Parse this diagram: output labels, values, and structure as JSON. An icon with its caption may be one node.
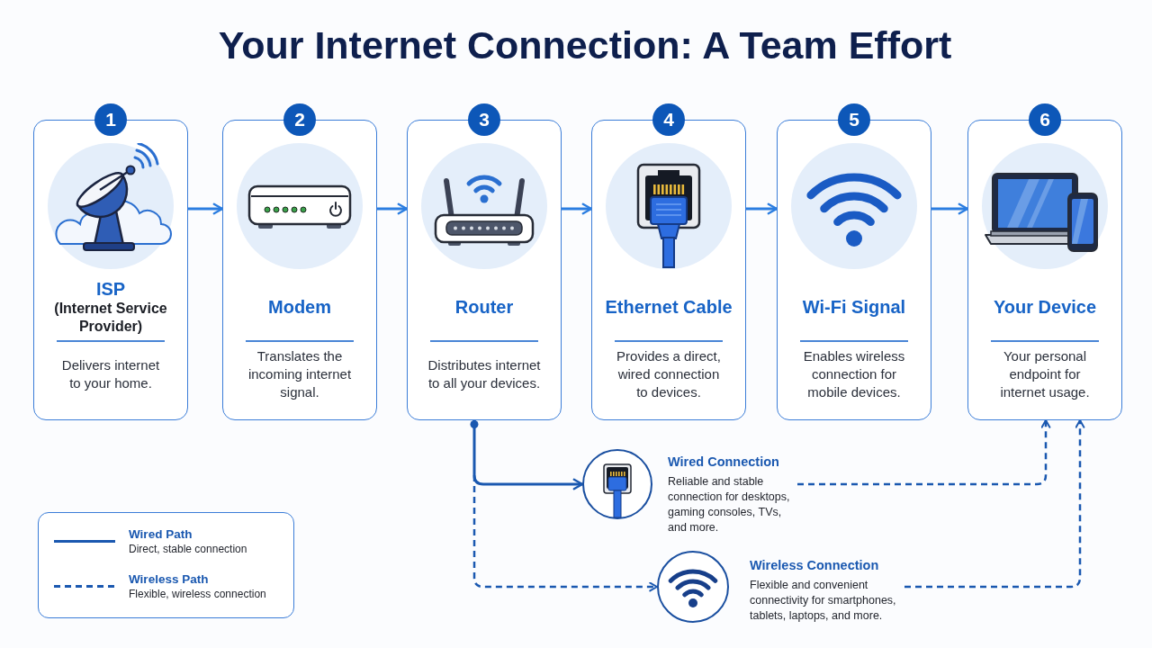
{
  "diagram": {
    "title": "Your Internet Connection: A Team Effort",
    "nodes": [
      {
        "text": [
          "1",
          "ISP",
          "(Internet Service Provider)",
          "Delivers internet to your home."
        ]
      },
      {
        "text": [
          "2",
          "Modem",
          "Translates the incoming internet signal."
        ]
      },
      {
        "text": [
          "3",
          "Router",
          "Distributes internet to all your devices."
        ]
      },
      {
        "text": [
          "4",
          "Ethernet Cable",
          "Provides a direct, wired connection to devices."
        ]
      },
      {
        "text": [
          "5",
          "Wi-Fi Signal",
          "Enables wireless connection for mobile devices."
        ]
      },
      {
        "text": [
          "6",
          "Your Device",
          "Your personal endpoint for internet usage."
        ]
      },
      {
        "text": [
          "Wired Connection",
          "Reliable and stable connection for desktops, gaming consoles, TVs, and more."
        ]
      },
      {
        "text": [
          "Wireless Connection",
          "Flexible and convenient connectivity for smartphones, tablets, laptops, and more."
        ]
      }
    ],
    "edges": [
      {
        "from": 0,
        "to": 1,
        "arrow": "to"
      },
      {
        "from": 1,
        "to": 2,
        "arrow": "to"
      },
      {
        "from": 2,
        "to": 3,
        "arrow": "to"
      },
      {
        "from": 3,
        "to": 4,
        "arrow": "to"
      },
      {
        "from": 4,
        "to": 5,
        "arrow": "to"
      },
      {
        "from": 2,
        "to": 6,
        "arrow": "to",
        "color": "#1a58b0"
      },
      {
        "from": 2,
        "to": 7,
        "arrow": "to",
        "style": "dashed",
        "color": "#1a58b0"
      },
      {
        "from": 6,
        "to": 5,
        "arrow": "to",
        "style": "dashed",
        "color": "#1a58b0"
      },
      {
        "from": 7,
        "to": 5,
        "arrow": "to",
        "style": "dashed",
        "color": "#1a58b0"
      }
    ],
    "labels": [
      "Direct, stable connection",
      "Flexible, wireless connection"
    ],
    "legend": [
      {
        "text": "Wired Path"
      },
      {
        "text": "Wireless Path"
      }
    ]
  }
}
